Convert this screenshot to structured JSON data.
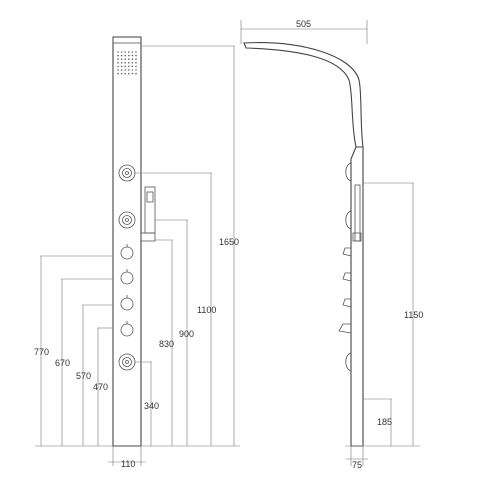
{
  "drawing": {
    "dimensions": {
      "top_width": "505",
      "total_height": "1650",
      "jet_upper_height": "1100",
      "hand_shower_height": "900",
      "holder_height": "830",
      "valve_1_height": "770",
      "valve_2_height": "670",
      "valve_3_height": "570",
      "valve_4_height": "470",
      "jet_lower_height": "340",
      "panel_width": "110",
      "side_upper_height": "1150",
      "side_lower_height": "185",
      "panel_depth": "75"
    }
  }
}
